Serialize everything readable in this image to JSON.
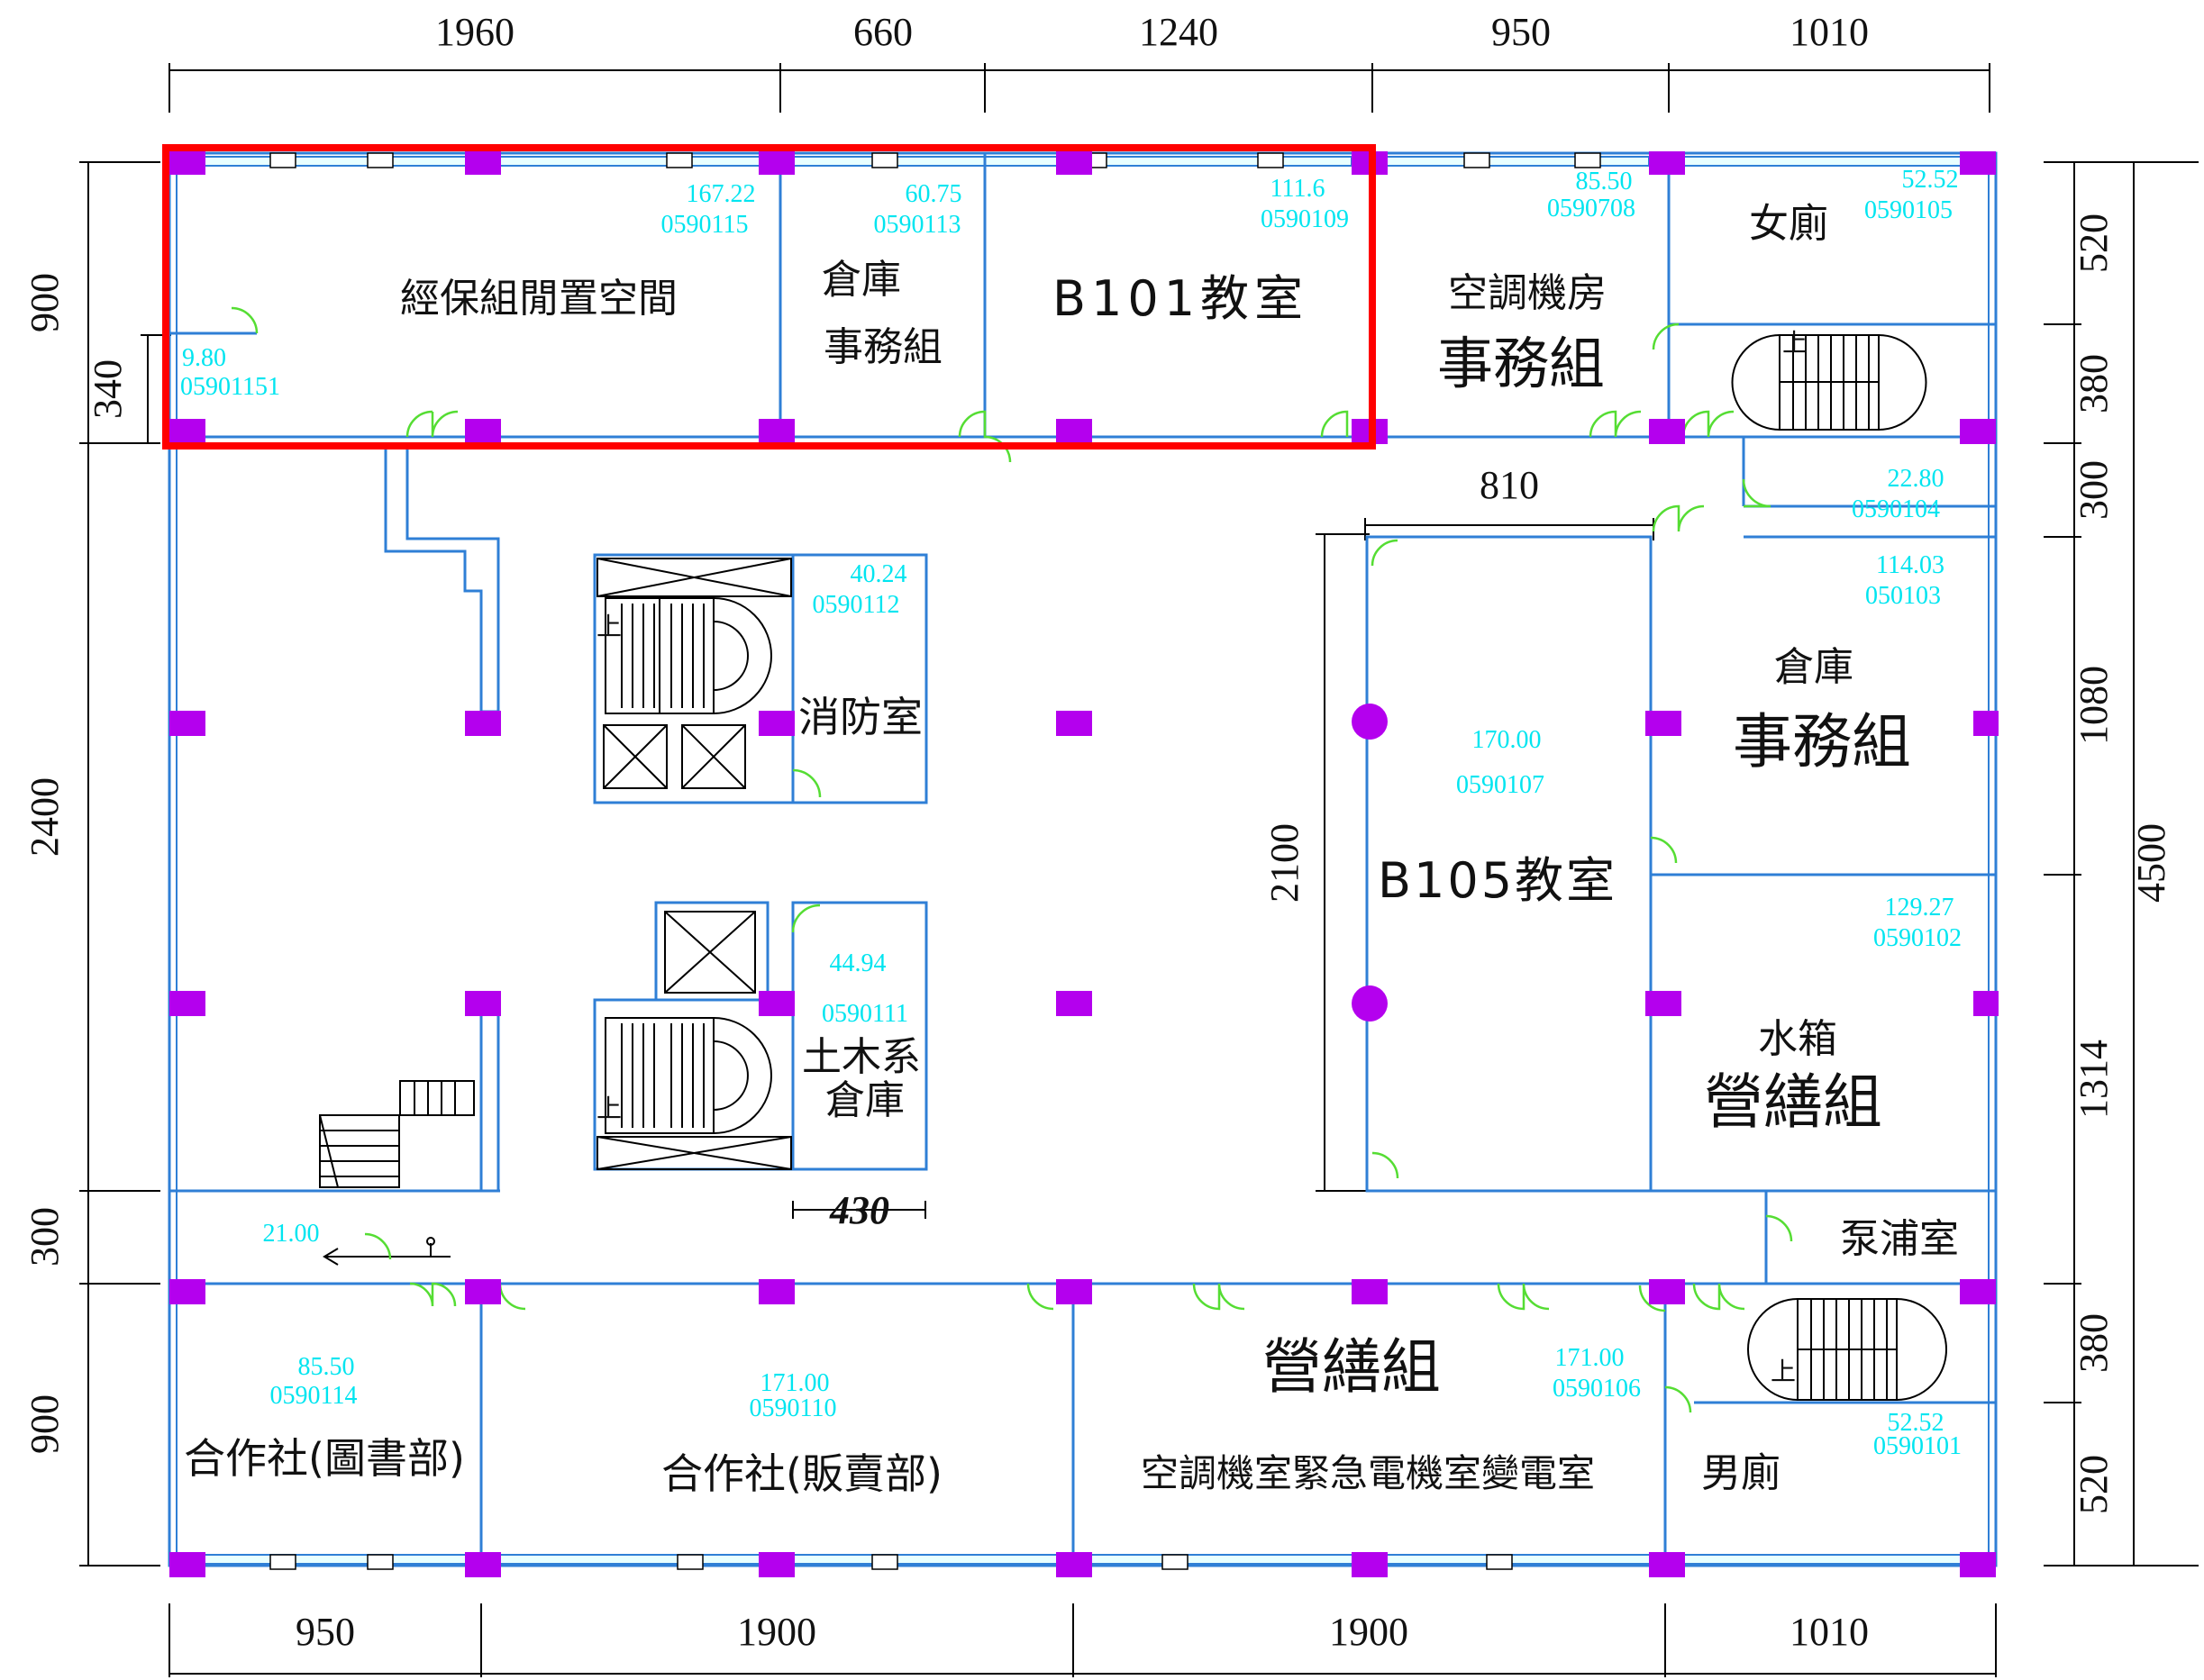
{
  "plan": {
    "dims_top": [
      "1960",
      "660",
      "1240",
      "950",
      "1010"
    ],
    "dims_bottom": [
      "950",
      "1900",
      "1900",
      "1010"
    ],
    "dims_left": [
      "900",
      "340",
      "2400",
      "300",
      "900"
    ],
    "dims_right": [
      "520",
      "380",
      "300",
      "1080",
      "1314",
      "380",
      "520",
      "4500"
    ],
    "dim_810": "810",
    "dim_2100": "2100",
    "dim_430": "430",
    "highlight_color": "#ff0000",
    "column_color": "#b400ee",
    "wall_color": "#2f7fd6",
    "door_color": "#55dd33",
    "area_text_color": "#00e5f0"
  },
  "rooms": {
    "r115": {
      "name": "經保組閒置空間",
      "area": "167.22",
      "code": "0590115"
    },
    "r151": {
      "area": "9.80",
      "code": "05901151"
    },
    "r113": {
      "name1": "倉庫",
      "name2": "事務組",
      "area": "60.75",
      "code": "0590113"
    },
    "r109": {
      "name": "B101教室",
      "area": "111.6",
      "code": "0590109"
    },
    "r108": {
      "name1": "空調機房",
      "name2": "事務組",
      "area": "85.50",
      "code": "0590708"
    },
    "r105": {
      "name": "女廁",
      "area": "52.52",
      "code": "0590105"
    },
    "r104": {
      "area": "22.80",
      "code": "0590104"
    },
    "r103": {
      "name1": "倉庫",
      "name2": "事務組",
      "area": "114.03",
      "code": "050103"
    },
    "r112": {
      "name": "消防室",
      "area": "40.24",
      "code": "0590112"
    },
    "r111": {
      "name1": "土木系",
      "name2": "倉庫",
      "area": "44.94",
      "code": "0590111"
    },
    "r107": {
      "name": "B105教室",
      "area": "170.00",
      "code": "0590107"
    },
    "r102": {
      "name1": "水箱",
      "name2": "營繕組",
      "area": "129.27",
      "code": "0590102"
    },
    "pump": {
      "name": "泵浦室"
    },
    "corr": {
      "area": "21.00"
    },
    "r114": {
      "name": "合作社(圖書部)",
      "area": "85.50",
      "code": "0590114"
    },
    "r110": {
      "name": "合作社(販賣部)",
      "area": "171.00",
      "code": "0590110"
    },
    "r106": {
      "name1": "營繕組",
      "name2": "空調機室緊急電機室變電室",
      "area": "171.00",
      "code": "0590106"
    },
    "r101": {
      "name": "男廁",
      "area": "52.52",
      "code": "0590101"
    }
  },
  "stairs": {
    "up_label": "上"
  }
}
